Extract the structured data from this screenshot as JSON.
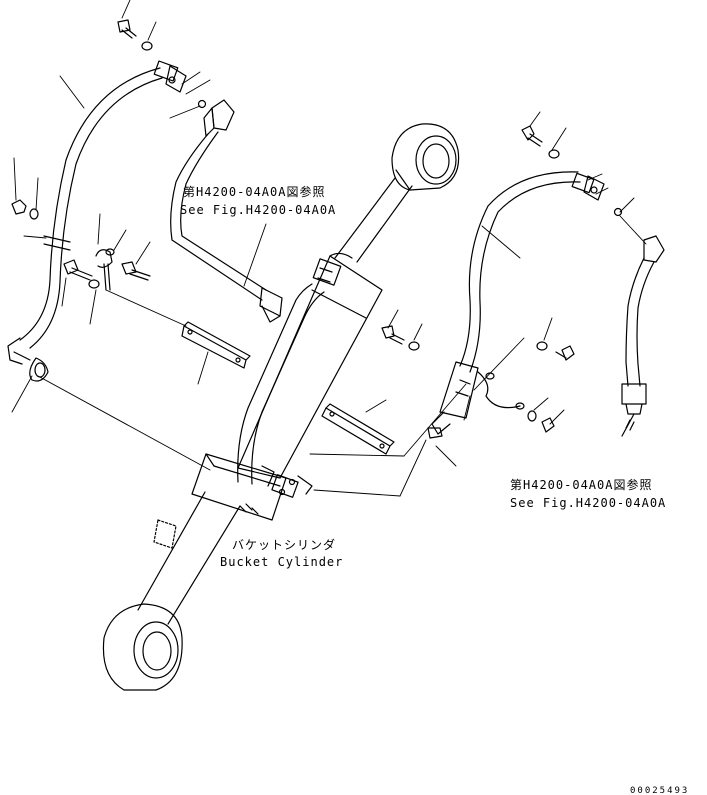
{
  "references": {
    "left_jp": "第H4200-04A0A図参照",
    "left_en": "See Fig.H4200-04A0A",
    "right_jp": "第H4200-04A0A図参照",
    "right_en": "See Fig.H4200-04A0A"
  },
  "cylinder": {
    "label_jp": "バケットシリンダ",
    "label_en": "Bucket Cylinder"
  },
  "document_number": "00025493",
  "colors": {
    "ink": "#000000",
    "paper": "#ffffff"
  }
}
